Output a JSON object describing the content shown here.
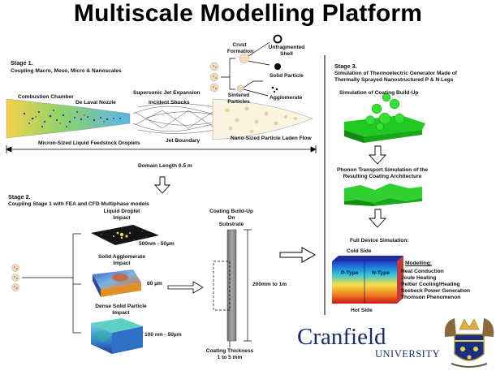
{
  "title": "Multiscale Modelling Platform",
  "stage1": {
    "heading": "Stage 1.",
    "subheading": "Coupling  Macro, Meso, Micro & Nanoscales",
    "labels": {
      "combustion_chamber": "Combustion Chamber",
      "de_laval_nozzle": "De Laval Nozzle",
      "supersonic_jet": "Supersonic Jet Expansion",
      "incident_shocks": "Incident Shocks",
      "jet_boundary": "Jet Boundary",
      "droplets": "Micron-Sized Liquid Feedstock Droplets",
      "nano_flow": "Nano-Sized Particle Laden Flow",
      "sintered": "Sintered",
      "particles": "Particles",
      "crust": "Crust",
      "formation": "Formation",
      "unfragmented": "Unfragmented",
      "shell": "Shell",
      "solid_particle": "Solid Particle",
      "agglomerate": "Agglomerate"
    },
    "domain_length": "Domain Length 0.5 m"
  },
  "stage2": {
    "heading": "Stage 2.",
    "subheading": "Coupling Stage 1 with FEA and CFD Multiphase models",
    "items": [
      {
        "title1": "Liquid Droplet",
        "title2": "Impact",
        "size": "500nm - 50µm"
      },
      {
        "title1": "Solid Agglomerate",
        "title2": "Impact",
        "size": "60 µm"
      },
      {
        "title1": "Dense Solid Particle",
        "title2": "Impact",
        "size": "100 nm - 50µm"
      }
    ],
    "coating_buildup": [
      "Coating Build-Up",
      "On",
      "Substrate"
    ],
    "range": "200mm to 1m",
    "thickness": [
      "Coating Thickness",
      "1 to 5 mm"
    ]
  },
  "stage3": {
    "heading": "Stage 3.",
    "subheading1": "Simulation of  Thermoelectric Generator Made of",
    "subheading2": "Thermally Sprayed Nanostructured P & N Legs",
    "coating_sim": "Simulation of Coating Build-Up",
    "phonon1": "Phonon Transport Simulation of the",
    "phonon2": "Resulting Coating Architecture",
    "full_device": "Full Device Simulation:",
    "cold_side": "Cold Side",
    "hot_side": "Hot Side",
    "p_type": "P-Type",
    "n_type": "N-Type",
    "modelling_heading": "Modelling:",
    "modelling_items": [
      "Heat Conduction",
      "Joule Heating",
      "Peltier Cooling/Heating",
      "Seebeck Power Generation",
      "Thomson Phenomenon"
    ]
  },
  "logo": {
    "name": "Cranfield",
    "sub": "UNIVERSITY"
  }
}
